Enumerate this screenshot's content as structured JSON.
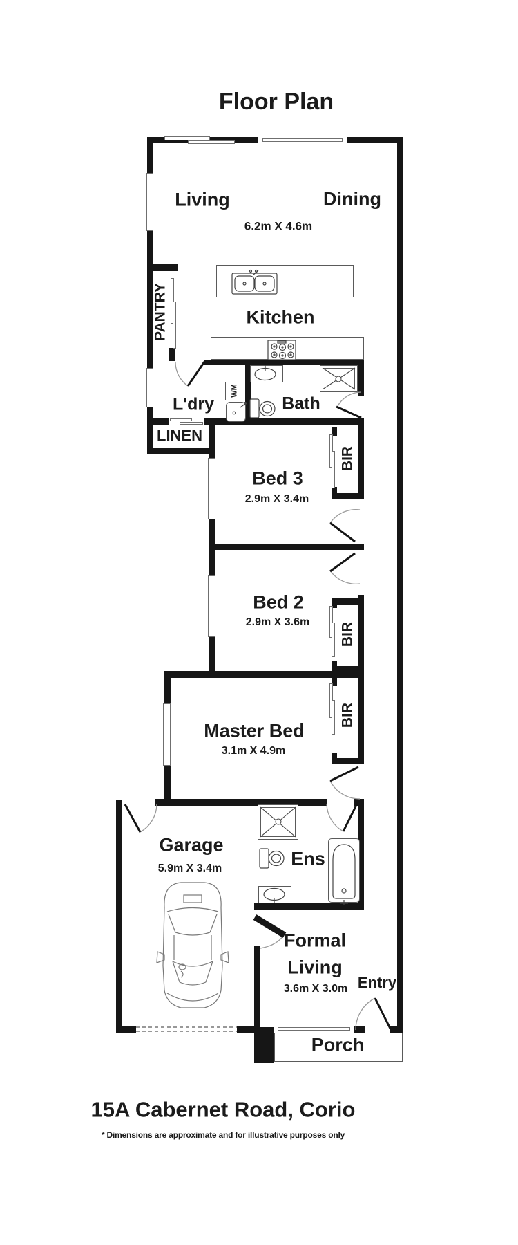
{
  "title": "Floor Plan",
  "address": "15A Cabernet Road, Corio",
  "disclaimer": "* Dimensions are approximate and for illustrative purposes only",
  "rooms": {
    "living": {
      "label": "Living"
    },
    "dining": {
      "label": "Dining"
    },
    "living_dining": {
      "dims": "6.2m X 4.6m"
    },
    "kitchen": {
      "label": "Kitchen"
    },
    "pantry": {
      "label": "PANTRY"
    },
    "laundry": {
      "label": "L'dry"
    },
    "bath": {
      "label": "Bath"
    },
    "linen": {
      "label": "LINEN"
    },
    "bed3": {
      "label": "Bed 3",
      "dims": "2.9m X 3.4m"
    },
    "bed2": {
      "label": "Bed 2",
      "dims": "2.9m X 3.6m"
    },
    "master": {
      "label": "Master Bed",
      "dims": "3.1m X 4.9m"
    },
    "garage": {
      "label": "Garage",
      "dims": "5.9m X 3.4m"
    },
    "ensuite": {
      "label": "Ens"
    },
    "formal_living": {
      "line1": "Formal",
      "line2": "Living",
      "dims": "3.6m X 3.0m"
    },
    "entry": {
      "label": "Entry"
    },
    "porch": {
      "label": "Porch"
    }
  },
  "fixtures": {
    "bir": "BIR",
    "wm": "WM"
  },
  "colors": {
    "wall": "#161616",
    "text": "#1b1b1b",
    "thin_line": "#5a5a5a"
  }
}
